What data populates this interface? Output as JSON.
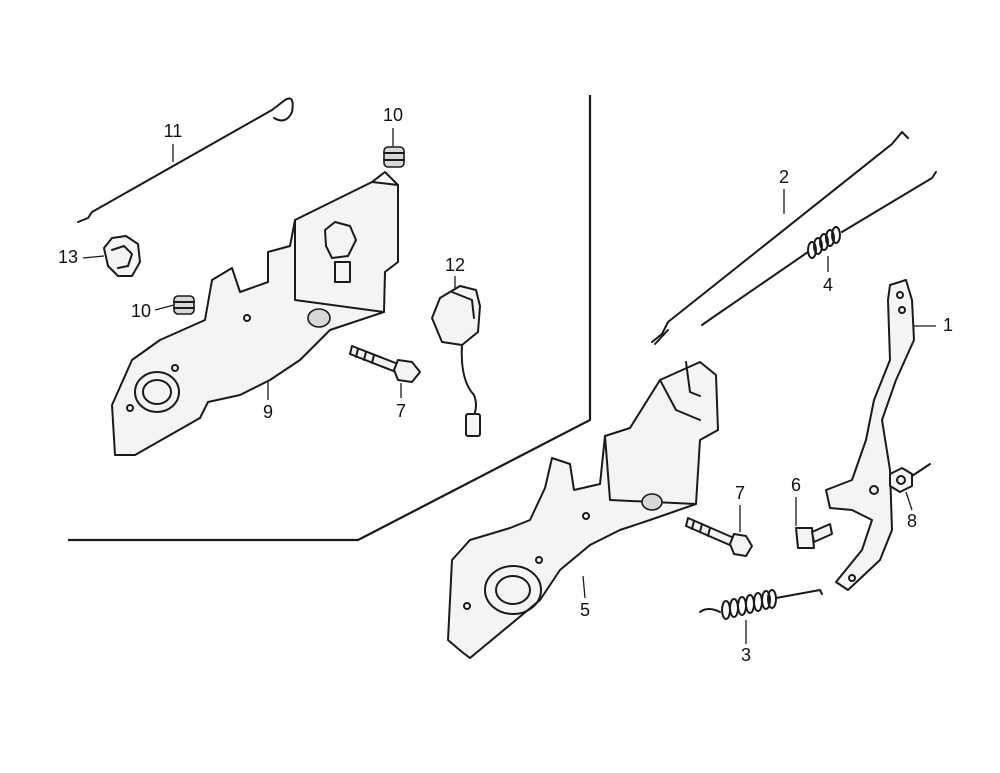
{
  "callouts": {
    "c1": "1",
    "c2": "2",
    "c3": "3",
    "c4": "4",
    "c5": "5",
    "c6": "6",
    "c7a": "7",
    "c7b": "7",
    "c8": "8",
    "c9": "9",
    "c10a": "10",
    "c10b": "10",
    "c11": "11",
    "c12": "12",
    "c13": "13"
  }
}
